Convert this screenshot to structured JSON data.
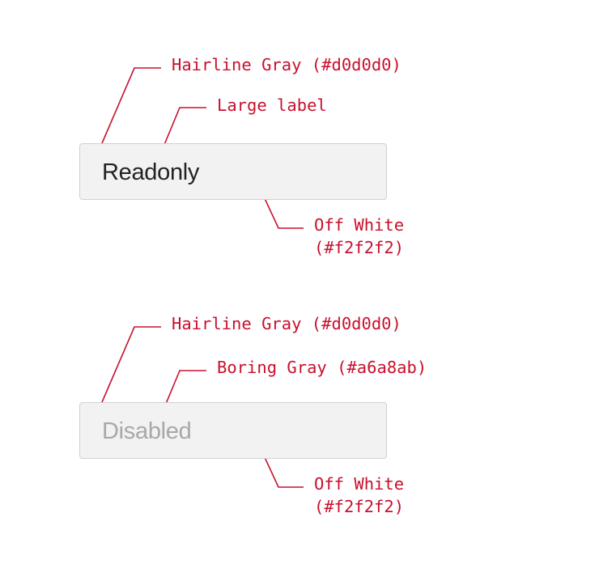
{
  "colors": {
    "annotation": "#c8102e",
    "hairline_gray": "#d0d0d0",
    "off_white": "#f2f2f2",
    "boring_gray": "#a6a8ab",
    "readonly_text": "#222222"
  },
  "readonly": {
    "field_text": "Readonly",
    "notes": {
      "border": "Hairline Gray (#d0d0d0)",
      "label": "Large label",
      "background_line1": "Off White",
      "background_line2": "(#f2f2f2)"
    }
  },
  "disabled": {
    "field_text": "Disabled",
    "notes": {
      "border": "Hairline Gray (#d0d0d0)",
      "label": "Boring Gray (#a6a8ab)",
      "background_line1": "Off White",
      "background_line2": "(#f2f2f2)"
    }
  }
}
